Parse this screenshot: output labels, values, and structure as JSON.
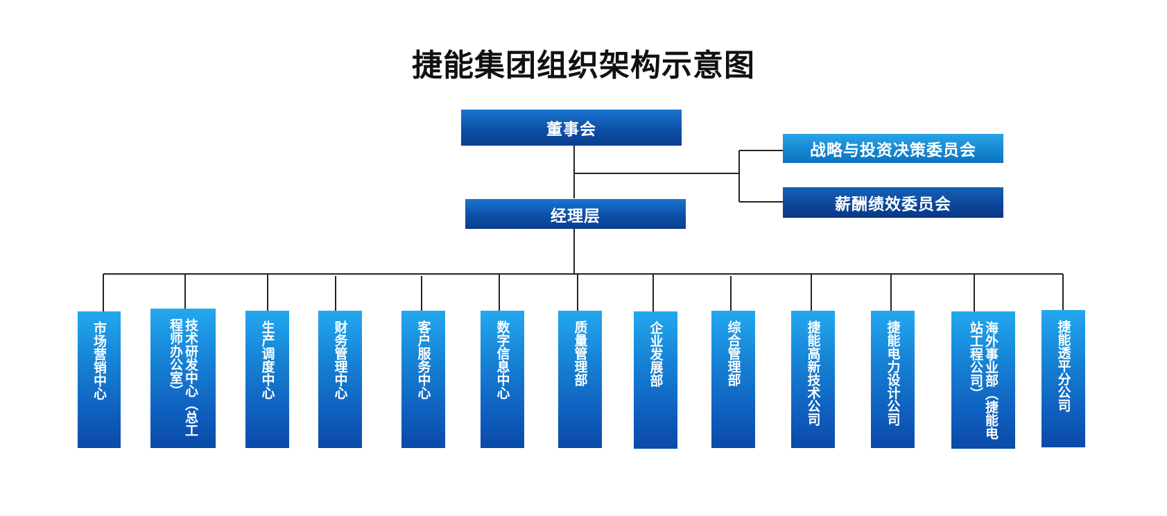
{
  "title": "捷能集团组织架构示意图",
  "board": "董事会",
  "management": "经理层",
  "committees": [
    "战略与投资决策委员会",
    "薪酬绩效委员会"
  ],
  "departments": [
    "市场营销中心",
    "技术研发中心（总工程师办公室）",
    "生产调度中心",
    "财务管理中心",
    "客户服务中心",
    "数字信息中心",
    "质量管理部",
    "企业发展部",
    "综合管理部",
    "捷能高新技术公司",
    "捷能电力设计公司",
    "海外事业部（捷能电站工程公司）",
    "捷能透平分公司"
  ],
  "colors": {
    "box_dark": "#0a3d8f",
    "box_light": "#23a8ef",
    "line": "#222222"
  }
}
